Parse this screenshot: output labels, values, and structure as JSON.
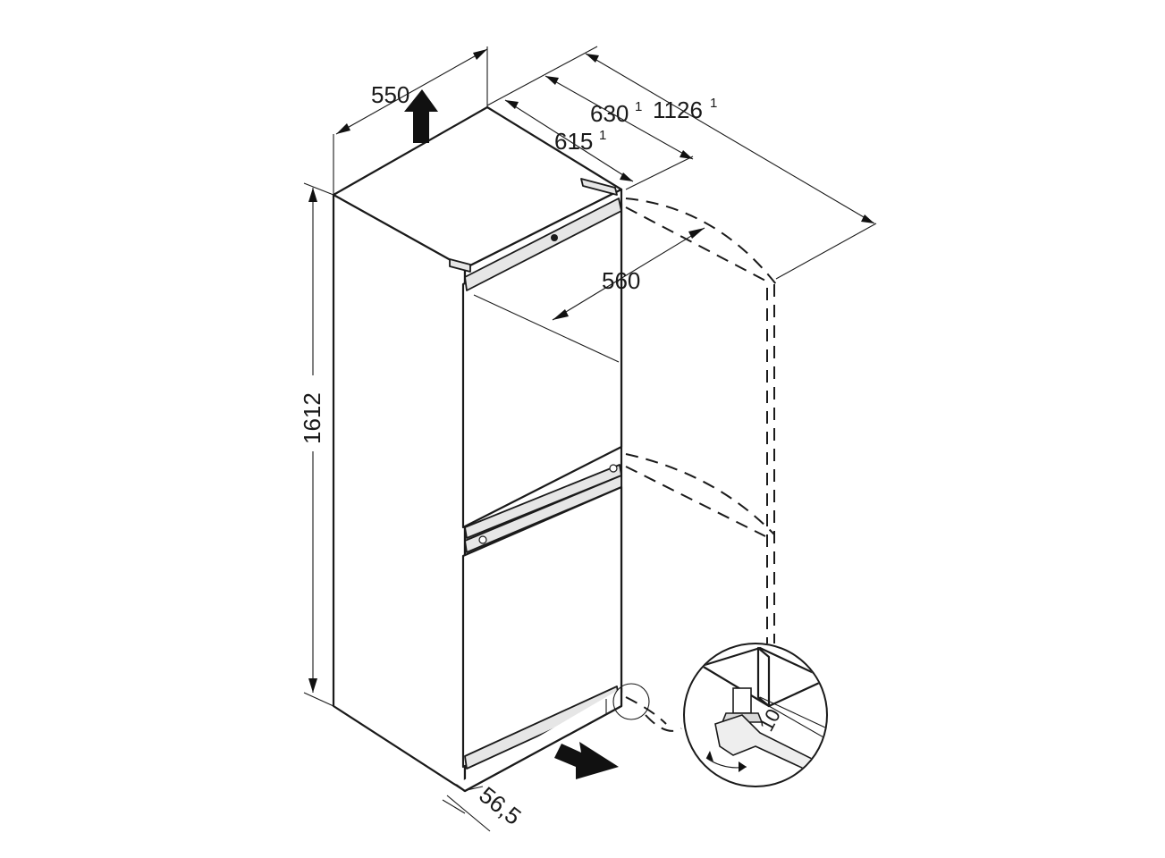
{
  "dimensions": {
    "width": {
      "value": "550"
    },
    "depth_door_closed": {
      "value": "615",
      "footnote": "1"
    },
    "depth_with_handle": {
      "value": "630",
      "footnote": "1"
    },
    "depth_door_open": {
      "value": "1126",
      "footnote": "1"
    },
    "door_width_open": {
      "value": "560"
    },
    "height": {
      "value": "1612"
    },
    "plinth_offset": {
      "value": "56,5"
    }
  },
  "detail": {
    "wrench_size": "10"
  }
}
